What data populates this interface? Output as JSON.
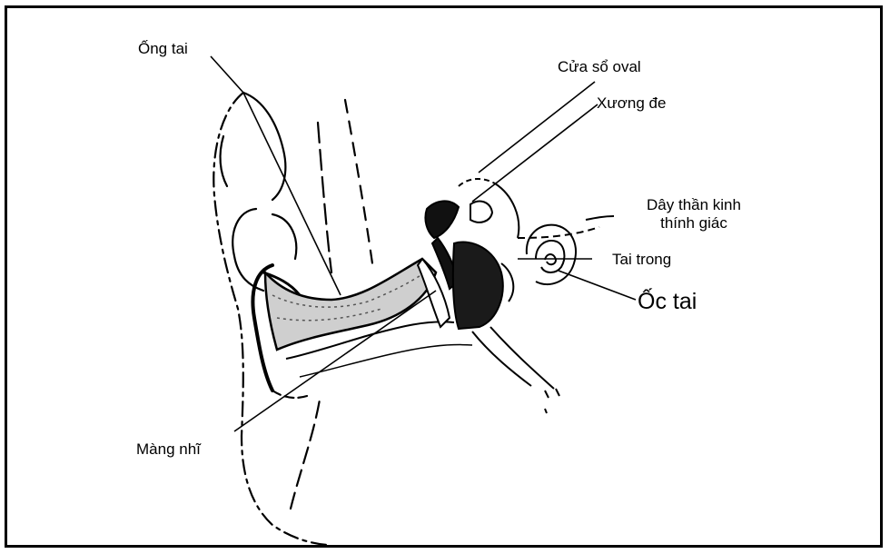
{
  "labels": {
    "ong_tai": "Ống tai",
    "cua_so_oval": "Cửa sổ oval",
    "xuong_de": "Xương đe",
    "day_than_kinh_line1": "Dây thần kinh",
    "day_than_kinh_line2": "thính giác",
    "tai_trong": "Tai trong",
    "oc_tai": "Ốc tai",
    "mang_nhi": "Màng nhĩ"
  }
}
